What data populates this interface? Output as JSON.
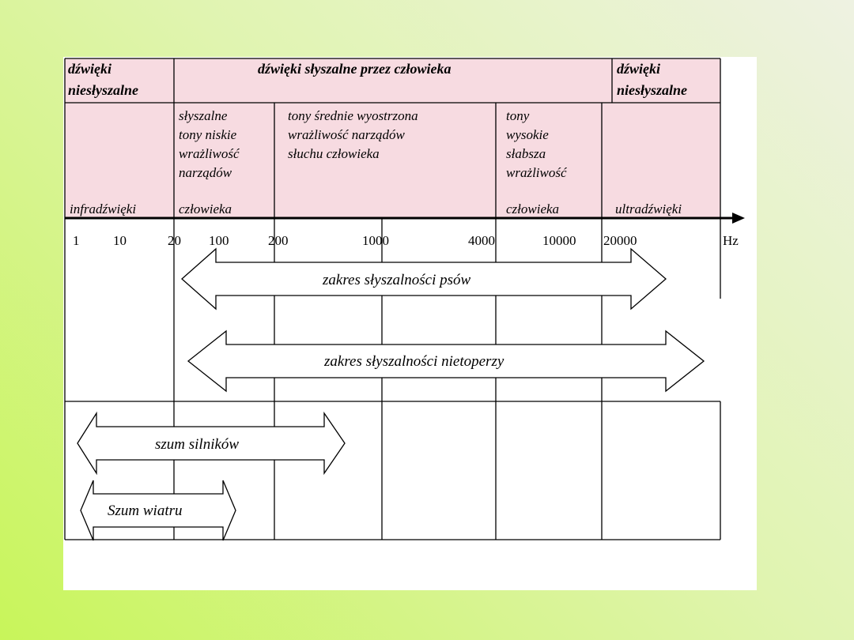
{
  "header": {
    "left_bold": [
      "dźwięki",
      "niesłyszalne"
    ],
    "center_bold": "dźwięki słyszalne przez człowieka",
    "right_bold": [
      "dźwięki",
      "niesłyszalne"
    ],
    "infra": "infradźwięki",
    "low": [
      "słyszalne",
      "tony niskie",
      "wrażliwość",
      "narządów",
      "człowieka"
    ],
    "mid": [
      "tony średnie wyostrzona",
      "wrażliwość narządów",
      "słuchu człowieka"
    ],
    "high": [
      "tony",
      "wysokie",
      "słabsza",
      "wrażliwość",
      "człowieka"
    ],
    "ultra": "ultradźwięki"
  },
  "axis": {
    "unit": "Hz",
    "ticks": [
      "1",
      "10",
      "20",
      "100",
      "200",
      "1000",
      "4000",
      "10000",
      "20000"
    ]
  },
  "ranges": {
    "dogs": "zakres słyszalności psów",
    "bats": "zakres słyszalności nietoperzy",
    "engines": "szum silników",
    "wind": "Szum wiatru"
  },
  "colors": {
    "header_fill": "#f7dbe1",
    "line": "#000000",
    "slide_bg": "#ffffff"
  }
}
